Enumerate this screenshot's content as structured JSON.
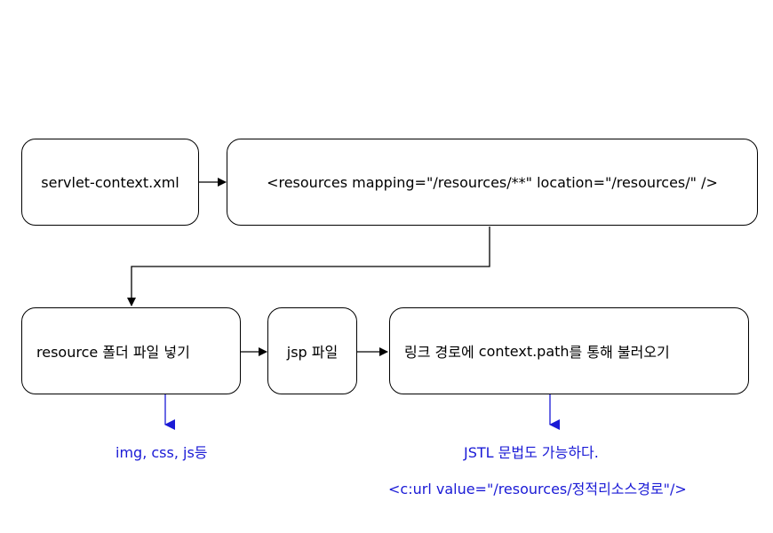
{
  "nodes": {
    "servlet_context": "servlet-context.xml",
    "resources_tag": "<resources mapping=\"/resources/**\" location=\"/resources/\" />",
    "resource_folder_before": "resource 폴더 ",
    "resource_folder_highlight": "파일",
    "resource_folder_after": " 넣기",
    "jsp_file": "jsp 파일",
    "link_before": "링크 경로에 ",
    "link_highlight": "context.path",
    "link_after": "를 통해 불러오기"
  },
  "notes": {
    "file_types": "img, css, js등",
    "jstl_line1": "JSTL 문법도 가능하다.",
    "jstl_line2": "<c:url value=\"/resources/정적리소스경로\"/>"
  },
  "colors": {
    "highlight": "#1a1ad6",
    "line": "#000000"
  }
}
